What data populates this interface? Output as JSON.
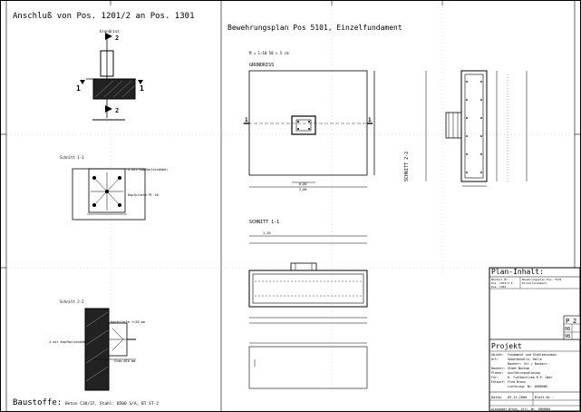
{
  "sheet": {
    "left_title": "Anschluß von Pos. 1201/2 an Pos. 1301",
    "right_title": "Bewehrungsplan Pos 5101, Einzelfundament",
    "baustoffe": "Baustoffe:",
    "baustoffe_detail": "Beton C30/37,  Stahl: B500 S/A, BT ST-2"
  },
  "left_details": {
    "grundriss_label": "Grundriss",
    "section_mark_top": "2",
    "section_mark_bottom": "2",
    "marker_left": "1",
    "marker_right": "1",
    "schnitt_11_label": "Schnitt 1-1",
    "schnitt_22_label": "Schnitt 2-2",
    "note_a": "4 mit Kopfbolzendübel",
    "note_b": "Kopfplatte PL 20",
    "note_c": "Kopfplatte t=20 mm",
    "note_d": "4 mit Kopfbolzendübel",
    "note_e": "Stab Ø16 mm"
  },
  "right_plan": {
    "scale": "M = 1:10   50 × 5 cm",
    "grundriss": "GRUNDRISS",
    "schnitt_11": "SCHNITT 1-1",
    "schnitt_22": "SCHNITT 2-2",
    "marker": "1",
    "dim_1": "0,80",
    "dim_2": "2,00",
    "dim_3": "1,20"
  },
  "title_block": {
    "plan_inhalt": "Plan-Inhalt:",
    "col_left_1": "Bauteil Nr.",
    "col_left_2": "Pos. 1201/2 A",
    "col_left_3": "Pos. 1301",
    "col_right_1": "Bewehrungsplan Pos. 5101",
    "col_right_2": "Einzelfundament",
    "plan_no_prefix": "P",
    "plan_no_1": "2",
    "plan_no_2": "08",
    "plan_no_3": "98",
    "projekt": "Projekt",
    "rows": [
      {
        "key": "Objekt:",
        "val": "Fundament und Stahlbetonbau"
      },
      {
        "key": "Ort:",
        "val": "Gewerbehalle, Halle"
      },
      {
        "key": "",
        "val": "Bauherr: Str./ Bauherr."
      },
      {
        "key": "Bauherr:",
        "val": "Stadt Bochum"
      },
      {
        "key": "Planer:",
        "val": "Ausführungsplanung"
      },
      {
        "key": "Für:",
        "val": "H. Tiefbaufirma R.P. Ober"
      },
      {
        "key": "Entwurf:",
        "val": "Fred Braun"
      },
      {
        "key": "",
        "val": "Lieferung:  Nr. 0000000"
      }
    ],
    "datum_label": "Datum:",
    "datum": "05.11.2000",
    "blatt": "Blatt-Nr.:",
    "footer_name": "Alexander Braun, Strl.-Nr. 0000000"
  }
}
